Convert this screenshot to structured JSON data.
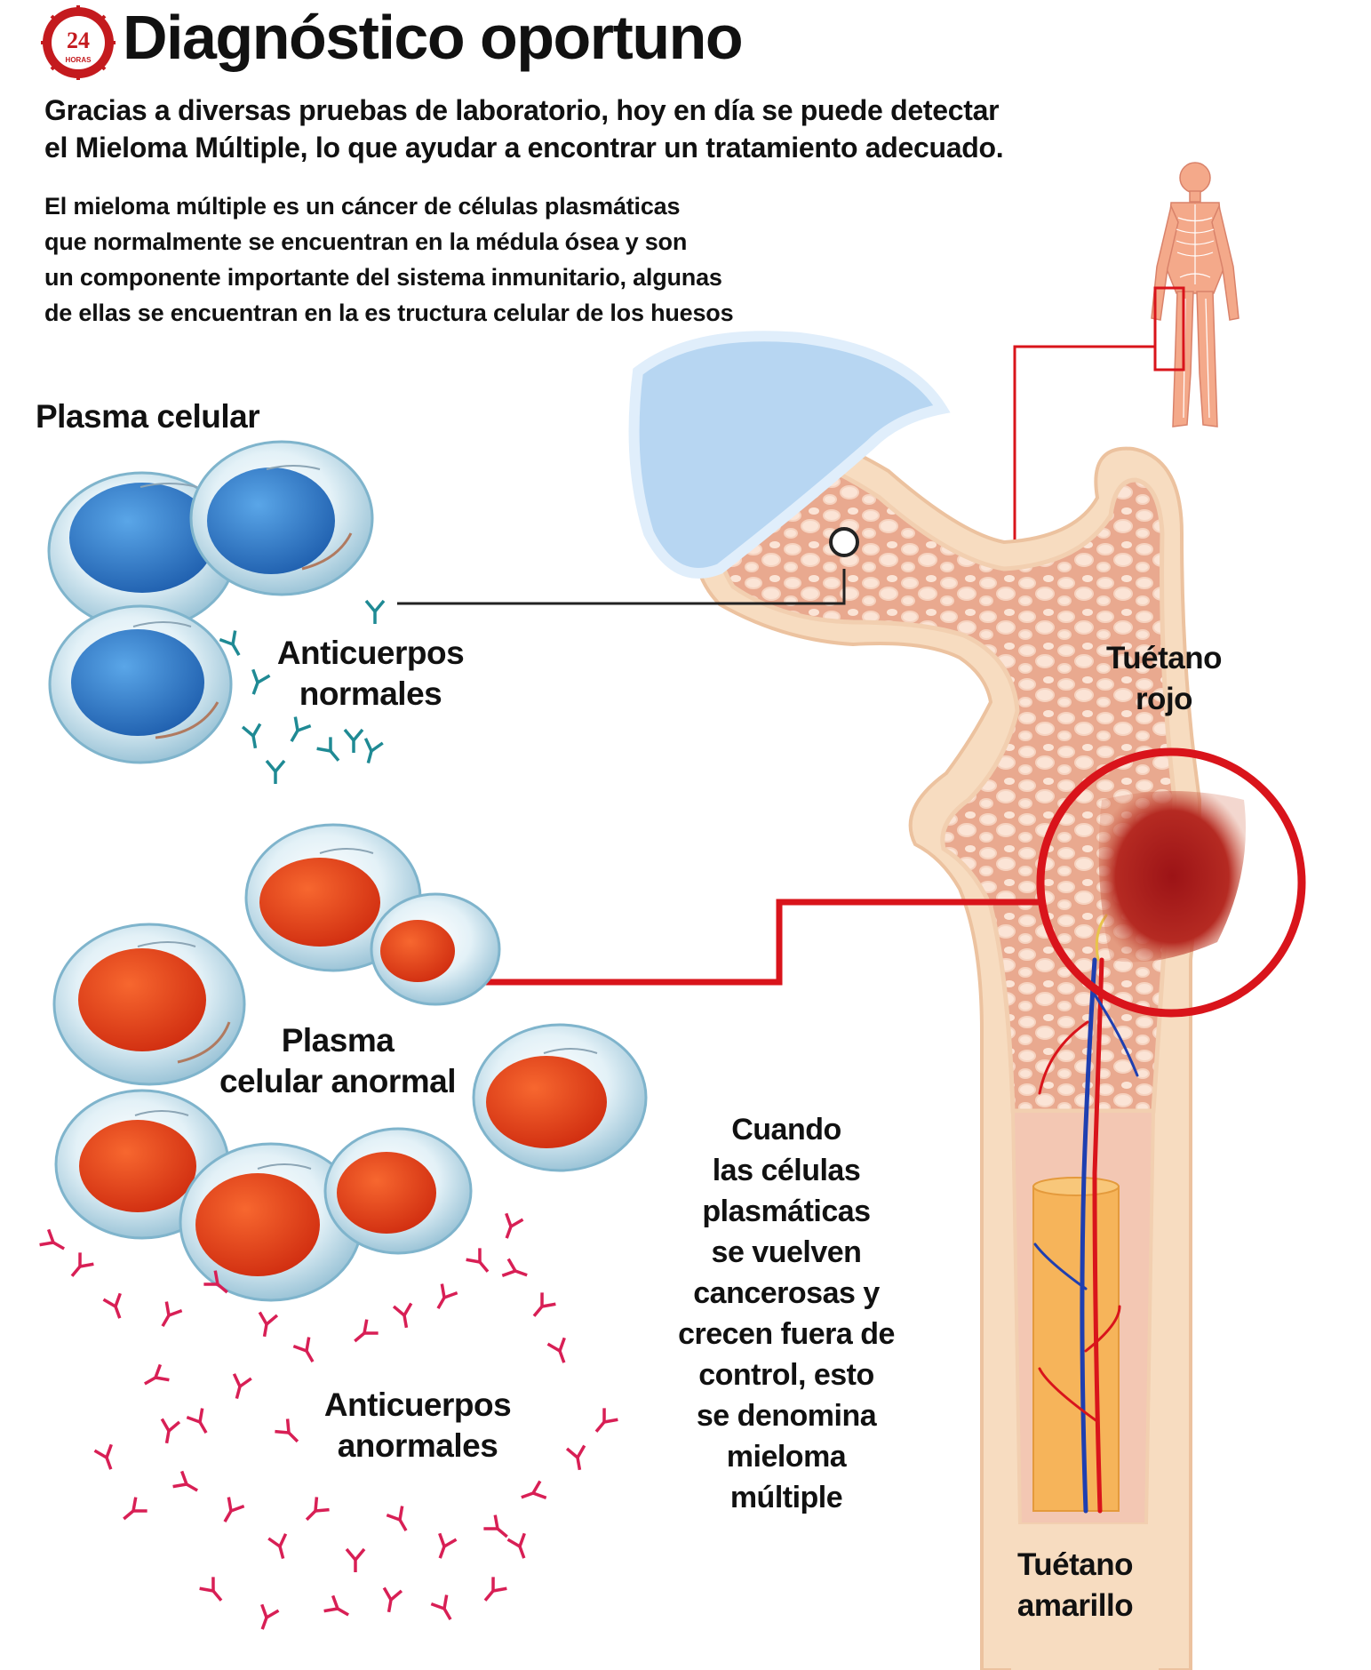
{
  "header": {
    "logo_text": "24",
    "logo_subtext": "HORAS",
    "title": "Diagnóstico oportuno"
  },
  "intro": {
    "line1": "Gracias a diversas pruebas de laboratorio, hoy en día se puede detectar",
    "line2": "el Mieloma Múltiple, lo que ayudar a encontrar un tratamiento adecuado."
  },
  "description": {
    "line1": "El mieloma múltiple es un cáncer de células plasmáticas",
    "line2": "que normalmente se encuentran en la médula ósea y son",
    "line3": "un componente importante del sistema inmunitario, algunas",
    "line4": "de ellas se encuentran en la es tructura celular de los huesos"
  },
  "labels": {
    "plasma_celular": "Plasma celular",
    "anticuerpos_normales_1": "Anticuerpos",
    "anticuerpos_normales_2": "normales",
    "tuetano_rojo_1": "Tuétano",
    "tuetano_rojo_2": "rojo",
    "plasma_anormal_1": "Plasma",
    "plasma_anormal_2": "celular anormal",
    "anticuerpos_anormales_1": "Anticuerpos",
    "anticuerpos_anormales_2": "anormales",
    "tuetano_amarillo_1": "Tuétano",
    "tuetano_amarillo_2": "amarillo"
  },
  "explanation": {
    "lines": [
      "Cuando",
      "las células",
      "plasmáticas",
      "se vuelven",
      "cancerosas y",
      "crecen fuera de",
      "control, esto",
      "se denomina",
      "mieloma",
      "múltiple"
    ]
  },
  "colors": {
    "accent_red": "#d9141b",
    "bone": "#f7dcc0",
    "marrow": "#eab39b",
    "normal_nucleus": "#2f79c6",
    "abnormal_nucleus": "#e5401b",
    "cartilage": "#b7d6f2",
    "antibody_normal": "#1f8a94",
    "antibody_abnormal": "#d81f55"
  }
}
